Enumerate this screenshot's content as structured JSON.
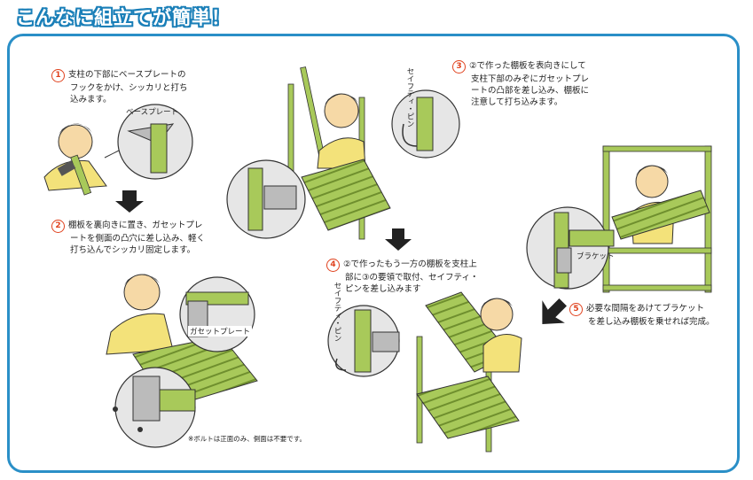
{
  "title": "こんなに組立てが簡単！",
  "colors": {
    "accent_blue": "#2a8fc7",
    "step_red": "#e0421e",
    "wood_green": "#a8c95a",
    "skin": "#f6d9a6",
    "shirt": "#f3e27a"
  },
  "steps": [
    {
      "num": "1",
      "lines": [
        "支柱の下部にベースプレートの",
        "フックをかけ、シッカリと打ち",
        "込みます。"
      ]
    },
    {
      "num": "2",
      "lines": [
        "棚板を裏向きに置き、ガセットプレ",
        "ートを側面の凸穴に差し込み、軽く",
        "打ち込んでシッカリ固定します。"
      ]
    },
    {
      "num": "3",
      "lines": [
        "②で作った棚板を表向きにして",
        "支柱下部のみぞにガセットプレ",
        "ートの凸部を差し込み、棚板に",
        "注意して打ち込みます。"
      ]
    },
    {
      "num": "4",
      "lines": [
        "②で作ったもう一方の棚板を支柱上",
        "部に③の要領で取付、セイフティ・",
        "ピンを差し込みます"
      ]
    },
    {
      "num": "5",
      "lines": [
        "必要な間隔をあけてブラケット",
        "を差し込み棚板を乗せれば完成。"
      ]
    }
  ],
  "labels": {
    "base_plate": "ベースプレート",
    "gusset_plate": "ガセットプレート",
    "safety_pin_1": "セイフティ・ピン",
    "safety_pin_2": "セイフティ・ピン",
    "bracket": "ブラケット",
    "bolt_note": "※ボルトは正面のみ、側面は不要です。"
  }
}
